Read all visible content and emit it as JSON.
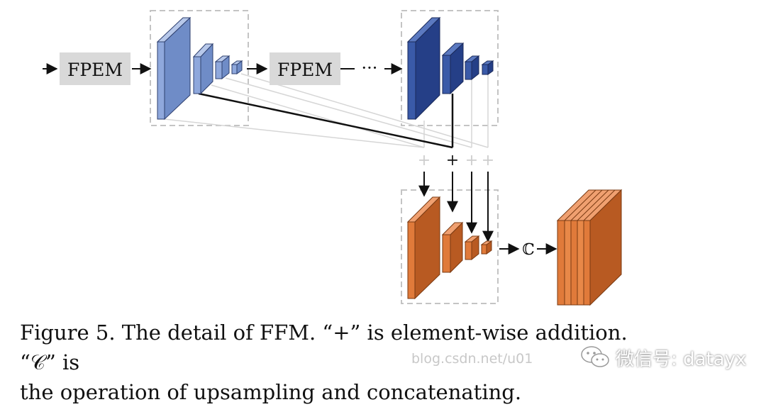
{
  "diagram": {
    "module_label": "FPEM",
    "ellipsis": "···",
    "plus_symbol": "+",
    "concat_symbol": "ℂ",
    "colors": {
      "blue_light": "#8fa8dc",
      "blue_light_side": "#6f8cc7",
      "blue_dark": "#3a5aa8",
      "blue_dark_side": "#253f87",
      "orange": "#e07a3a",
      "orange_side": "#b85a22",
      "module_box": "#d9d9d9",
      "dashed_frame": "#c4c4c4"
    }
  },
  "caption": {
    "line1": "Figure 5. The detail of FFM. “+” is element-wise addition. “𝒞” is",
    "line2": "the operation of upsampling and concatenating."
  },
  "watermark": {
    "url": "blog.csdn.net/u01",
    "account": "微信号: datayx"
  }
}
